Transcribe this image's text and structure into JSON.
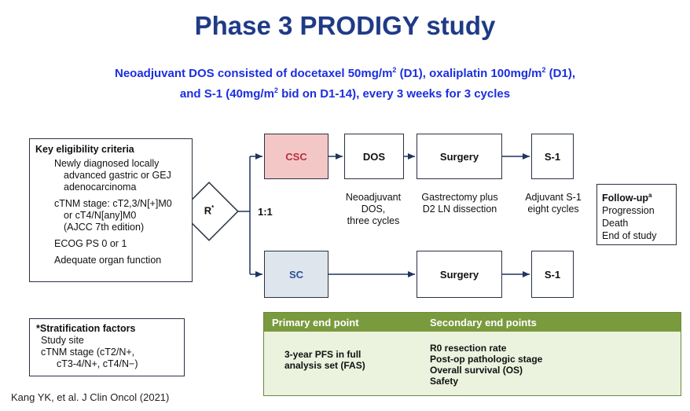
{
  "title": "Phase 3 PRODIGY study",
  "subtitle": {
    "line1_a": "Neoadjuvant DOS consisted of docetaxel 50mg/m",
    "line1_b": " (D1), oxaliplatin 100mg/m",
    "line1_c": " (D1),",
    "line2_a": "and S-1 (40mg/m",
    "line2_b": " bid on D1-14), every 3 weeks for 3 cycles",
    "sup": "2"
  },
  "eligibility": {
    "heading": "Key eligibility criteria",
    "items": [
      "Newly diagnosed locally",
      "advanced gastric or GEJ",
      "adenocarcinoma",
      "cTNM stage: cT2,3/N[+]M0",
      "or cT4/N[any]M0",
      "(AJCC 7th edition)",
      "ECOG PS 0 or 1",
      "Adequate organ function"
    ]
  },
  "randomization": {
    "label": "R",
    "sup": "*",
    "ratio": "1:1"
  },
  "arm_csc": {
    "label": "CSC",
    "steps": [
      "DOS",
      "Surgery",
      "S-1"
    ],
    "captions": [
      [
        "Neoadjuvant",
        "DOS,",
        "three cycles"
      ],
      [
        "Gastrectomy plus",
        "D2 LN dissection"
      ],
      [
        "Adjuvant S-1",
        "eight cycles"
      ]
    ]
  },
  "arm_sc": {
    "label": "SC",
    "steps": [
      "Surgery",
      "S-1"
    ]
  },
  "followup": {
    "heading": "Follow-up",
    "sup": "a",
    "items": [
      "Progression",
      "Death",
      "End of study"
    ]
  },
  "stratification": {
    "heading": "*Stratification factors",
    "items": [
      "Study site",
      "cTNM stage (cT2/N+,",
      "cT3-4/N+, cT4/N−)"
    ]
  },
  "endpoints": {
    "primary_header": "Primary end point",
    "secondary_header": "Secondary end points",
    "primary": [
      "3-year PFS in full",
      "analysis set (FAS)"
    ],
    "secondary": [
      "R0 resection rate",
      "Post-op pathologic stage",
      "Overall survival (OS)",
      "Safety"
    ]
  },
  "citation": "Kang YK, et al. J Clin Oncol (2021)",
  "colors": {
    "title": "#1f3b86",
    "subtitle": "#1b2ee0",
    "csc_fill": "#f4c7c7",
    "csc_text": "#b5323c",
    "sc_fill": "#dfe5ec",
    "sc_text": "#2a4f9a",
    "endpoint_header": "#7a9a3e",
    "endpoint_fill": "#ebf2de",
    "arrow": "#1f3560"
  }
}
